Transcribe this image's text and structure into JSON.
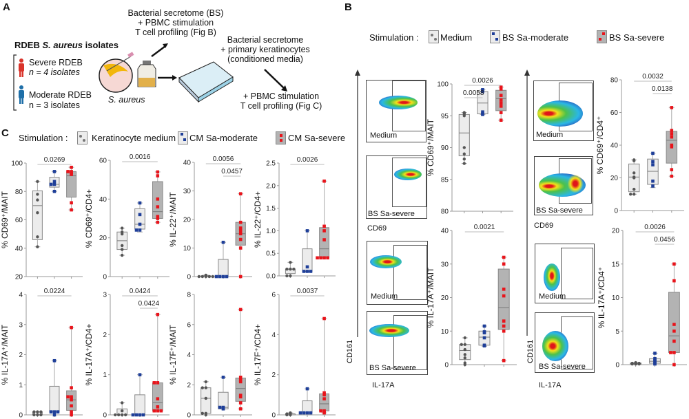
{
  "panel_labels": {
    "a": "A",
    "b": "B",
    "c": "C"
  },
  "panel_a": {
    "title_prefix": "RDEB ",
    "title_italic": "S. aureus",
    "title_suffix": " isolates",
    "severe_label": "Severe RDEB",
    "severe_n": "n = 4 isolates",
    "moderate_label": "Moderate RDEB",
    "moderate_n": "n = 3 isolates",
    "organism_label": "S. aureus",
    "step_b_line1": "Bacterial secretome (BS)",
    "step_b_line2": "+ PBMC stimulation",
    "step_b_line3": "T cell profiling (Fig B)",
    "step_c_line1": "Bacterial secretome",
    "step_c_line2": "+ primary keratinocytes",
    "step_c_line3": "(conditioned media)",
    "step_c2_line1": "+ PBMC stimulation",
    "step_c2_line2": "T cell profiling (Fig C)",
    "colors": {
      "severe": "#d9342b",
      "moderate": "#1f6fa8"
    }
  },
  "legend_b": {
    "title": "Stimulation :",
    "items": [
      "Medium",
      "BS Sa-moderate",
      "BS Sa-severe"
    ]
  },
  "legend_c": {
    "title": "Stimulation :",
    "items": [
      "Keratinocyte medium",
      "CM Sa-moderate",
      "CM Sa-severe"
    ]
  },
  "group_style": {
    "box_fills": [
      "#ececec",
      "#ececec",
      "#b3b3b3"
    ],
    "point_colors": [
      "#555555",
      "#1f3f99",
      "#e8141b"
    ],
    "point_shapes": [
      "circle",
      "square",
      "square"
    ]
  },
  "flow_b": {
    "medium": "Medium",
    "severe": "BS Sa-severe",
    "cd69": "CD69",
    "cd161": "CD161",
    "il17a": "IL-17A"
  },
  "chart_data": [
    {
      "id": "c1",
      "type": "box",
      "ylabel": "% CD69⁺/MAIT",
      "ylim": [
        20,
        100
      ],
      "yticks": [
        "20",
        "40",
        "60",
        "80",
        "100"
      ],
      "groups": [
        {
          "box": [
            41,
            46,
            70,
            80.5,
            87
          ],
          "points": [
            87,
            78,
            74,
            65,
            48,
            41
          ]
        },
        {
          "box": [
            80,
            83,
            85,
            90,
            94
          ],
          "points": [
            94,
            87,
            85,
            85,
            80
          ]
        },
        {
          "box": [
            67,
            76,
            91,
            94,
            97
          ],
          "points": [
            97,
            94,
            94,
            93,
            92,
            72,
            67
          ]
        }
      ],
      "pvalues": [
        {
          "pair": [
            1,
            3
          ],
          "value": "0.0269"
        }
      ]
    },
    {
      "id": "c2",
      "type": "box",
      "ylabel": "% CD69⁺/CD4+",
      "ylim": [
        0,
        60
      ],
      "yticks": [
        "0",
        "20",
        "40",
        "60"
      ],
      "groups": [
        {
          "box": [
            11,
            14,
            18.5,
            23,
            25
          ],
          "points": [
            25,
            23,
            22,
            16,
            14,
            11
          ]
        },
        {
          "box": [
            23,
            24.5,
            27,
            35,
            38
          ],
          "points": [
            38,
            32,
            27,
            24,
            24
          ]
        },
        {
          "box": [
            28,
            30,
            33.5,
            49,
            54
          ],
          "points": [
            54,
            52,
            40,
            36,
            31,
            30,
            28
          ]
        }
      ],
      "pvalues": [
        {
          "pair": [
            1,
            3
          ],
          "value": "0.0016"
        }
      ]
    },
    {
      "id": "c3",
      "type": "box",
      "ylabel": "% IL-22⁺/MAIT",
      "ylim": [
        0,
        40
      ],
      "yticks": [
        "0",
        "10",
        "20",
        "30",
        "40"
      ],
      "groups": [
        {
          "box": [
            0,
            0,
            0,
            0.3,
            0.5
          ],
          "points": [
            0.5,
            0,
            0,
            0,
            0,
            0
          ]
        },
        {
          "box": [
            0,
            0,
            0,
            6,
            12
          ],
          "points": [
            12,
            0,
            0,
            0,
            0
          ]
        },
        {
          "box": [
            0,
            11,
            15,
            19,
            29
          ],
          "points": [
            29,
            19,
            17,
            16,
            15,
            13,
            10,
            0
          ]
        }
      ],
      "pvalues": [
        {
          "pair": [
            1,
            3
          ],
          "value": "0.0056"
        },
        {
          "pair": [
            2,
            3
          ],
          "value": "0.0457"
        }
      ]
    },
    {
      "id": "c4",
      "type": "box",
      "ylabel": "% IL-22⁺/CD4+",
      "ylim": [
        0,
        2.5
      ],
      "yticks": [
        "0.0",
        "0.5",
        "1.0",
        "1.5",
        "2.0",
        "2.5"
      ],
      "groups": [
        {
          "box": [
            0,
            0.05,
            0.15,
            0.15,
            0.3
          ],
          "points": [
            0.3,
            0.15,
            0.15,
            0.15,
            0,
            0
          ]
        },
        {
          "box": [
            0.1,
            0.1,
            0.1,
            0.6,
            1.0
          ],
          "points": [
            1.0,
            0.2,
            0.1,
            0.1,
            0.1
          ]
        },
        {
          "box": [
            0.4,
            0.4,
            0.6,
            1.07,
            2.1
          ],
          "points": [
            2.1,
            1.1,
            1.0,
            0.8,
            0.4,
            0.4,
            0.4,
            0.4
          ]
        }
      ],
      "pvalues": [
        {
          "pair": [
            1,
            3
          ],
          "value": "0.0026"
        }
      ]
    },
    {
      "id": "c5",
      "type": "box",
      "ylabel": "% IL-17A⁺/MAIT",
      "ylim": [
        0,
        4
      ],
      "yticks": [
        "0",
        "1",
        "2",
        "3",
        "4"
      ],
      "groups": [
        {
          "box": [
            0,
            0,
            0,
            0.1,
            0.1
          ],
          "points": [
            0.1,
            0.1,
            0.1,
            0,
            0,
            0
          ]
        },
        {
          "box": [
            0,
            0.1,
            0.1,
            0.95,
            1.8
          ],
          "points": [
            1.8,
            0.1,
            0.1,
            0.1,
            0
          ]
        },
        {
          "box": [
            0,
            0.15,
            0.5,
            0.8,
            2.9
          ],
          "points": [
            2.9,
            0.9,
            0.6,
            0.6,
            0.5,
            0.3,
            0.1,
            0
          ]
        }
      ],
      "pvalues": [
        {
          "pair": [
            1,
            3
          ],
          "value": "0.0224"
        }
      ]
    },
    {
      "id": "c6",
      "type": "box",
      "ylabel": "% IL-17A⁺/CD4+",
      "ylim": [
        0,
        3
      ],
      "yticks": [
        "0",
        "1",
        "2",
        "3"
      ],
      "groups": [
        {
          "box": [
            0,
            0,
            0,
            0.15,
            0.3
          ],
          "points": [
            0.3,
            0.1,
            0,
            0,
            0,
            0
          ]
        },
        {
          "box": [
            0,
            0,
            0,
            0.5,
            1.0
          ],
          "points": [
            1.0,
            0,
            0,
            0,
            0
          ]
        },
        {
          "box": [
            0.1,
            0.1,
            0.3,
            0.8,
            2.5
          ],
          "points": [
            2.5,
            0.8,
            0.8,
            0.4,
            0.2,
            0.1,
            0.1,
            0.1
          ]
        }
      ],
      "pvalues": [
        {
          "pair": [
            1,
            3
          ],
          "value": "0.0424"
        },
        {
          "pair": [
            2,
            3
          ],
          "value": "0.0424"
        }
      ]
    },
    {
      "id": "c7",
      "type": "box",
      "ylabel": "% IL-17F⁺/MAIT",
      "ylim": [
        0,
        8
      ],
      "yticks": [
        "0",
        "2",
        "4",
        "6",
        "8"
      ],
      "groups": [
        {
          "box": [
            0,
            0.1,
            1.1,
            1.8,
            2.2
          ],
          "points": [
            2.2,
            1.8,
            1.8,
            1.1,
            0.1,
            0.1,
            0
          ]
        },
        {
          "box": [
            0.4,
            0.4,
            0.5,
            1.5,
            2.5
          ],
          "points": [
            2.5,
            0.5,
            0.5,
            0.45,
            0.4
          ]
        },
        {
          "box": [
            0.4,
            0.9,
            1.75,
            2.45,
            7.0
          ],
          "points": [
            7.0,
            2.5,
            2.3,
            2.2,
            1.3,
            1.2,
            0.8,
            0.4
          ]
        }
      ],
      "pvalues": []
    },
    {
      "id": "c8",
      "type": "box",
      "ylabel": "% IL-17F⁺/CD4+",
      "ylim": [
        0,
        6
      ],
      "yticks": [
        "0",
        "2",
        "4",
        "6"
      ],
      "groups": [
        {
          "box": [
            0,
            0,
            0.05,
            0.05,
            0.1
          ],
          "points": [
            0.1,
            0.05,
            0.05,
            0,
            0
          ]
        },
        {
          "box": [
            0.1,
            0.1,
            0.1,
            0.7,
            1.3
          ],
          "points": [
            1.3,
            0.1,
            0.1,
            0.1,
            0.1
          ]
        },
        {
          "box": [
            0.1,
            0.2,
            0.55,
            1.05,
            4.8
          ],
          "points": [
            4.8,
            1.1,
            1.0,
            0.8,
            0.2,
            0.2,
            0.1
          ]
        }
      ],
      "pvalues": [
        {
          "pair": [
            1,
            3
          ],
          "value": "0.0037"
        }
      ]
    },
    {
      "id": "b1",
      "type": "box",
      "ylabel": "% CD69⁺/MAIT",
      "ylim": [
        80,
        100
      ],
      "yticks": [
        "80",
        "85",
        "90",
        "95",
        "100"
      ],
      "groups": [
        {
          "box": [
            87.5,
            88.7,
            92.3,
            95.2,
            95.5
          ],
          "points": [
            95.5,
            95.3,
            95,
            90,
            89,
            88.2,
            87.5
          ]
        },
        {
          "box": [
            95.2,
            95.3,
            97,
            98.8,
            99.1
          ],
          "points": [
            99.1,
            99,
            98.8,
            95.6,
            95.3,
            95.2
          ]
        },
        {
          "box": [
            94.3,
            95.8,
            97.7,
            99,
            99.5
          ],
          "points": [
            99.5,
            99.2,
            98.2,
            97.5,
            97,
            96.5,
            95.5,
            94.3
          ]
        }
      ],
      "pvalues": [
        {
          "pair": [
            1,
            2
          ],
          "value": "0.0058"
        },
        {
          "pair": [
            1,
            3
          ],
          "value": "0.0026"
        }
      ]
    },
    {
      "id": "b2",
      "type": "box",
      "ylabel": "% IL-17A⁺/MAIT",
      "ylim": [
        0,
        40
      ],
      "yticks": [
        "0",
        "10",
        "20",
        "30",
        "40"
      ],
      "groups": [
        {
          "box": [
            0,
            1.5,
            4.2,
            6,
            8
          ],
          "points": [
            8,
            6,
            6,
            4.5,
            3,
            2,
            0.5,
            0
          ]
        },
        {
          "box": [
            5.5,
            5.8,
            8.2,
            10,
            11.5
          ],
          "points": [
            11.5,
            9.8,
            9.5,
            8,
            5.8,
            5.6
          ]
        },
        {
          "box": [
            1.2,
            10.5,
            17,
            28.5,
            32
          ],
          "points": [
            32,
            30,
            22.5,
            20.5,
            13,
            11.5,
            10,
            1.2
          ]
        }
      ],
      "pvalues": [
        {
          "pair": [
            1,
            3
          ],
          "value": "0.0021"
        }
      ]
    },
    {
      "id": "b3",
      "type": "box",
      "ylabel": "% CD69⁺/CD4⁺",
      "ylim": [
        0,
        80
      ],
      "yticks": [
        "0",
        "20",
        "40",
        "60",
        "80"
      ],
      "groups": [
        {
          "box": [
            10,
            11.5,
            20.5,
            28.5,
            31
          ],
          "points": [
            31,
            30.5,
            23,
            20.5,
            20,
            13,
            10,
            10
          ]
        },
        {
          "box": [
            14,
            16,
            24,
            31.5,
            35
          ],
          "points": [
            35,
            30,
            28,
            18,
            15
          ]
        },
        {
          "box": [
            21,
            29,
            43,
            48.5,
            63
          ],
          "points": [
            63,
            49,
            47,
            45,
            40,
            39,
            25,
            21
          ]
        }
      ],
      "pvalues": [
        {
          "pair": [
            1,
            3
          ],
          "value": "0.0032"
        },
        {
          "pair": [
            2,
            3
          ],
          "value": "0.0138"
        }
      ]
    },
    {
      "id": "b4",
      "type": "box",
      "ylabel": "% IL-17A⁺/CD4⁺",
      "ylim": [
        0,
        20
      ],
      "yticks": [
        "0",
        "5",
        "10",
        "15",
        "20"
      ],
      "groups": [
        {
          "box": [
            0,
            0.1,
            0.2,
            0.25,
            0.3
          ],
          "points": [
            0.3,
            0.2,
            0.2,
            0.2,
            0.1,
            0.1,
            0.1
          ]
        },
        {
          "box": [
            0,
            0.2,
            0.5,
            0.9,
            1.7
          ],
          "points": [
            1.7,
            0.9,
            0.7,
            0.5,
            0.2,
            0.1
          ]
        },
        {
          "box": [
            0,
            1.8,
            4.3,
            10.8,
            15
          ],
          "points": [
            15,
            12.5,
            6,
            5,
            3.5,
            1.8,
            1.8,
            0
          ]
        }
      ],
      "pvalues": [
        {
          "pair": [
            1,
            3
          ],
          "value": "0.0026"
        },
        {
          "pair": [
            2,
            3
          ],
          "value": "0.0456"
        }
      ]
    }
  ]
}
